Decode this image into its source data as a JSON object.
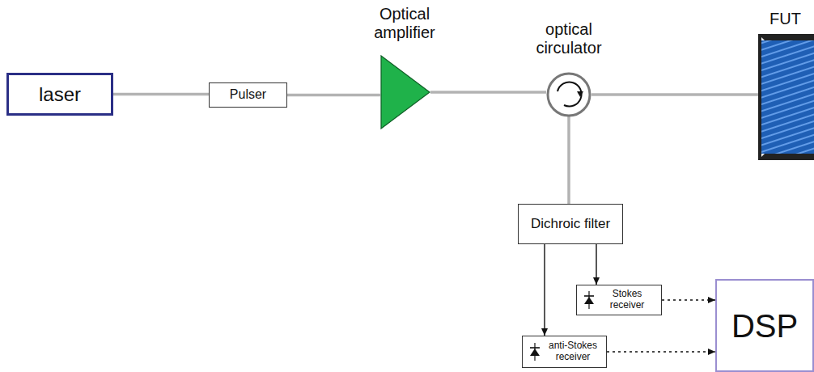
{
  "diagram": {
    "nodes": [
      {
        "text": [
          "laser"
        ]
      },
      {
        "text": [
          "Pulser"
        ]
      },
      {
        "text": [
          "Optical amplifier"
        ]
      },
      {
        "text": [
          "optical circulator"
        ]
      },
      {
        "text": [
          "FUT"
        ]
      },
      {
        "text": [
          "Dichroic filter"
        ]
      },
      {
        "text": [
          "Stokes receiver"
        ]
      },
      {
        "text": [
          "anti-Stokes receiver"
        ]
      },
      {
        "text": [
          "DSP"
        ]
      }
    ],
    "edges": [
      {
        "from": 0,
        "to": 1,
        "arrow": "none"
      },
      {
        "from": 1,
        "to": 2,
        "arrow": "none"
      },
      {
        "from": 2,
        "to": 3,
        "arrow": "none"
      },
      {
        "from": 3,
        "to": 4,
        "arrow": "none"
      },
      {
        "from": 3,
        "to": 5,
        "arrow": "none"
      },
      {
        "from": 5,
        "to": 6,
        "arrow": "to"
      },
      {
        "from": 5,
        "to": 7,
        "arrow": "to"
      },
      {
        "from": 6,
        "to": 8,
        "arrow": "to"
      },
      {
        "from": 7,
        "to": 8,
        "arrow": "to"
      }
    ]
  }
}
